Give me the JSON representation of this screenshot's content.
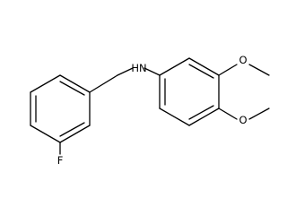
{
  "molecule": {
    "atoms": {
      "amine": "HN",
      "fluorine": "F",
      "oxygen_top": "O",
      "oxygen_bottom": "O"
    },
    "colors": {
      "bond": "#000000",
      "label": "#000000",
      "background": "#ffffff"
    }
  }
}
